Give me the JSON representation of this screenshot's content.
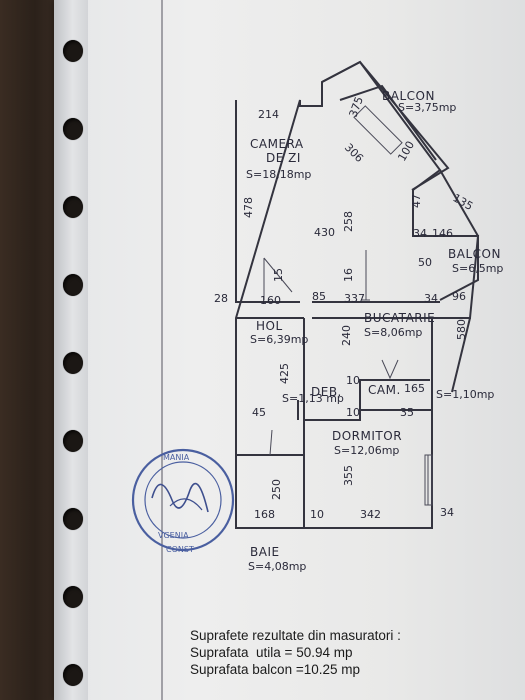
{
  "plan": {
    "rooms": {
      "balcon_1": {
        "name": "BALCON",
        "area": "S=3,75mp"
      },
      "camera": {
        "name_1": "CAMERA",
        "name_2": "DE ZI",
        "area": "S=18,18mp"
      },
      "balcon_2": {
        "name": "BALCON",
        "area": "S=6,5mp"
      },
      "hol": {
        "name": "HOL",
        "area": "S=6,39mp"
      },
      "bucatarie": {
        "name": "BUCATARIE",
        "area": "S=8,06mp"
      },
      "deb": {
        "name": "DEB."
      },
      "deb_area": "S=1,13 mp",
      "cam": {
        "name": "CAM."
      },
      "cam_area": "S=1,10mp",
      "dormitor": {
        "name": "DORMITOR",
        "area": "S=12,06mp"
      },
      "baie": {
        "name": "BAIE",
        "area": "S=4,08mp"
      }
    },
    "dimensions": {
      "d214": "214",
      "d375": "375",
      "d306": "306",
      "d100": "100",
      "d478": "478",
      "d258": "258",
      "d430": "430",
      "d135": "135",
      "d47": "47",
      "d34a": "34",
      "d146": "146",
      "d50": "50",
      "d15": "15",
      "d16": "16",
      "d28": "28",
      "d160": "160",
      "d85": "85",
      "d337": "337",
      "d34b": "34",
      "d96": "96",
      "d240": "240",
      "d580": "580",
      "d425": "425",
      "d10a": "10",
      "d10b": "10",
      "d165": "165",
      "d35": "35",
      "d45": "45",
      "d355": "355",
      "d250": "250",
      "d168": "168",
      "d10c": "10",
      "d342": "342",
      "d34c": "34"
    },
    "stamp": {
      "top": "MANIA",
      "middle": "VGENIA",
      "bottom": "CONST"
    }
  },
  "summary": {
    "heading": "Suprafete rezultate din masuratori :",
    "useful_label": "Suprafata  utila =",
    "useful_value": "50.94 mp",
    "balcony_label": "Suprafata balcon =",
    "balcony_value": "10.25 mp"
  }
}
